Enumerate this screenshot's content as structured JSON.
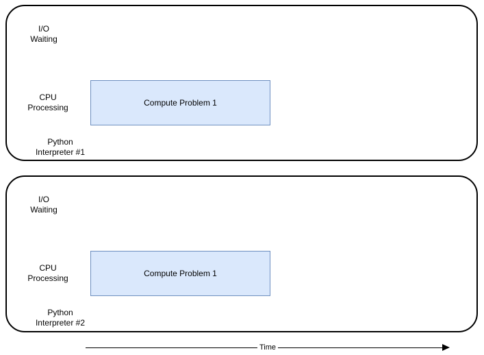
{
  "diagram": {
    "title_implied": "",
    "colors": {
      "background": "#ffffff",
      "panel_border": "#000000",
      "task_fill": "#dae8fc",
      "task_border": "#6c8ebf",
      "text": "#000000"
    },
    "panels": [
      {
        "rows": {
          "io": "I/O\nWaiting",
          "cpu": "CPU\nProcessing"
        },
        "caption": "Python\nInterpreter #1",
        "task": {
          "label": "Compute Problem 1"
        }
      },
      {
        "rows": {
          "io": "I/O\nWaiting",
          "cpu": "CPU\nProcessing"
        },
        "caption": "Python\nInterpreter #2",
        "task": {
          "label": "Compute Problem 1"
        }
      }
    ],
    "time_axis": {
      "label": "Time"
    }
  }
}
